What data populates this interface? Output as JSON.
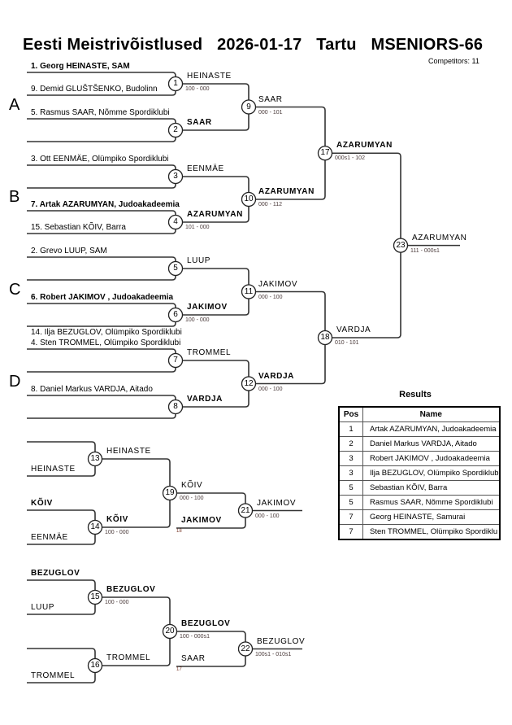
{
  "header": {
    "event": "Eesti Meistrivõistlused",
    "date": "2026-01-17",
    "city": "Tartu",
    "category": "MSENIORS-66",
    "competitors": "Competitors: 11"
  },
  "pools": [
    "A",
    "B",
    "C",
    "D"
  ],
  "entries": [
    {
      "name": "1. Georg HEINASTE, SAM",
      "bold": true
    },
    {
      "name": "9. Demid GLUŠTŠENKO, Budolinn",
      "bold": false
    },
    {
      "name": "5. Rasmus SAAR, Nõmme Spordiklubi",
      "bold": false
    },
    {
      "name": "",
      "bold": false
    },
    {
      "name": "3. Ott EENMÄE, Olümpiko Spordiklubi",
      "bold": false
    },
    {
      "name": "",
      "bold": false
    },
    {
      "name": "7. Artak AZARUMYAN, Judoakadeemia",
      "bold": true
    },
    {
      "name": "15. Sebastian  KÕIV, Barra",
      "bold": false
    },
    {
      "name": "2. Grevo LUUP, SAM",
      "bold": false
    },
    {
      "name": "",
      "bold": false
    },
    {
      "name": "6. Robert  JAKIMOV , Judoakadeemia",
      "bold": true
    },
    {
      "name": "14. Ilja BEZUGLOV, Olümpiko Spordiklubi",
      "bold": false
    },
    {
      "name": "4. Sten TROMMEL, Olümpiko Spordiklubi",
      "bold": false
    },
    {
      "name": "",
      "bold": false
    },
    {
      "name": "8. Daniel Markus VARDJA, Aitado",
      "bold": false
    },
    {
      "name": "",
      "bold": false
    }
  ],
  "matches": {
    "1": {
      "number": "1",
      "winner": "HEINASTE",
      "score": "100 - 000",
      "bold": false
    },
    "2": {
      "number": "2",
      "winner": "SAAR",
      "score": "",
      "bold": true
    },
    "3": {
      "number": "3",
      "winner": "EENMÄE",
      "score": "",
      "bold": false
    },
    "4": {
      "number": "4",
      "winner": "AZARUMYAN",
      "score": "101 - 000",
      "bold": true
    },
    "5": {
      "number": "5",
      "winner": "LUUP",
      "score": "",
      "bold": false
    },
    "6": {
      "number": "6",
      "winner": "JAKIMOV",
      "score": "100 - 000",
      "bold": true
    },
    "7": {
      "number": "7",
      "winner": "TROMMEL",
      "score": "",
      "bold": false
    },
    "8": {
      "number": "8",
      "winner": "VARDJA",
      "score": "",
      "bold": true
    },
    "9": {
      "number": "9",
      "winner": "SAAR",
      "score": "000 - 101",
      "bold": false
    },
    "10": {
      "number": "10",
      "winner": "AZARUMYAN",
      "score": "000 - 112",
      "bold": true
    },
    "11": {
      "number": "11",
      "winner": "JAKIMOV",
      "score": "000 - 100",
      "bold": false
    },
    "12": {
      "number": "12",
      "winner": "VARDJA",
      "score": "000 - 100",
      "bold": true
    },
    "17": {
      "number": "17",
      "winner": "AZARUMYAN",
      "score": "000s1 - 102",
      "bold": true
    },
    "18": {
      "number": "18",
      "winner": "VARDJA",
      "score": "010 - 101",
      "bold": false
    },
    "23": {
      "number": "23",
      "winner": "AZARUMYAN",
      "score": "111 - 000s1",
      "bold": false
    },
    "13": {
      "number": "13",
      "winner": "HEINASTE",
      "score": "",
      "bold": false
    },
    "14": {
      "number": "14",
      "winner": "KÕIV",
      "score": "100 - 000",
      "bold": true
    },
    "19": {
      "number": "19",
      "winner": "KÕIV",
      "score": "000 - 100",
      "bold": false
    },
    "21": {
      "number": "21",
      "winner": "JAKIMOV",
      "score": "000 - 100",
      "bold": false
    },
    "15": {
      "number": "15",
      "winner": "BEZUGLOV",
      "score": "100 - 000",
      "bold": true
    },
    "16": {
      "number": "16",
      "winner": "TROMMEL",
      "score": "",
      "bold": false
    },
    "20": {
      "number": "20",
      "winner": "BEZUGLOV",
      "score": "100 - 000s1",
      "bold": true
    },
    "22": {
      "number": "22",
      "winner": "BEZUGLOV",
      "score": "100s1 - 010s1",
      "bold": false
    }
  },
  "repechage_entries": [
    {
      "name": "",
      "bold": false
    },
    {
      "name": "HEINASTE",
      "bold": false
    },
    {
      "name": "KÕIV",
      "bold": true
    },
    {
      "name": "EENMÄE",
      "bold": false
    },
    {
      "name": "BEZUGLOV",
      "bold": true
    },
    {
      "name": "LUUP",
      "bold": false
    },
    {
      "name": "",
      "bold": false
    },
    {
      "name": "TROMMEL",
      "bold": false
    }
  ],
  "repechage_crossovers": [
    {
      "name": "JAKIMOV",
      "from_match": "18",
      "bold": true
    },
    {
      "name": "SAAR",
      "from_match": "17",
      "bold": false
    }
  ],
  "results": {
    "title": "Results",
    "headers": [
      "Pos",
      "Name"
    ],
    "rows": [
      {
        "pos": "1",
        "name": "Artak AZARUMYAN, Judoakadeemia"
      },
      {
        "pos": "2",
        "name": "Daniel Markus VARDJA, Aitado"
      },
      {
        "pos": "3",
        "name": "Robert  JAKIMOV , Judoakadeemia"
      },
      {
        "pos": "3",
        "name": "Ilja BEZUGLOV, Olümpiko Spordiklub"
      },
      {
        "pos": "5",
        "name": "Sebastian  KÕIV, Barra"
      },
      {
        "pos": "5",
        "name": "Rasmus SAAR, Nõmme Spordiklubi"
      },
      {
        "pos": "7",
        "name": "Georg HEINASTE, Samurai"
      },
      {
        "pos": "7",
        "name": "Sten TROMMEL, Olümpiko Spordiklu"
      }
    ]
  }
}
